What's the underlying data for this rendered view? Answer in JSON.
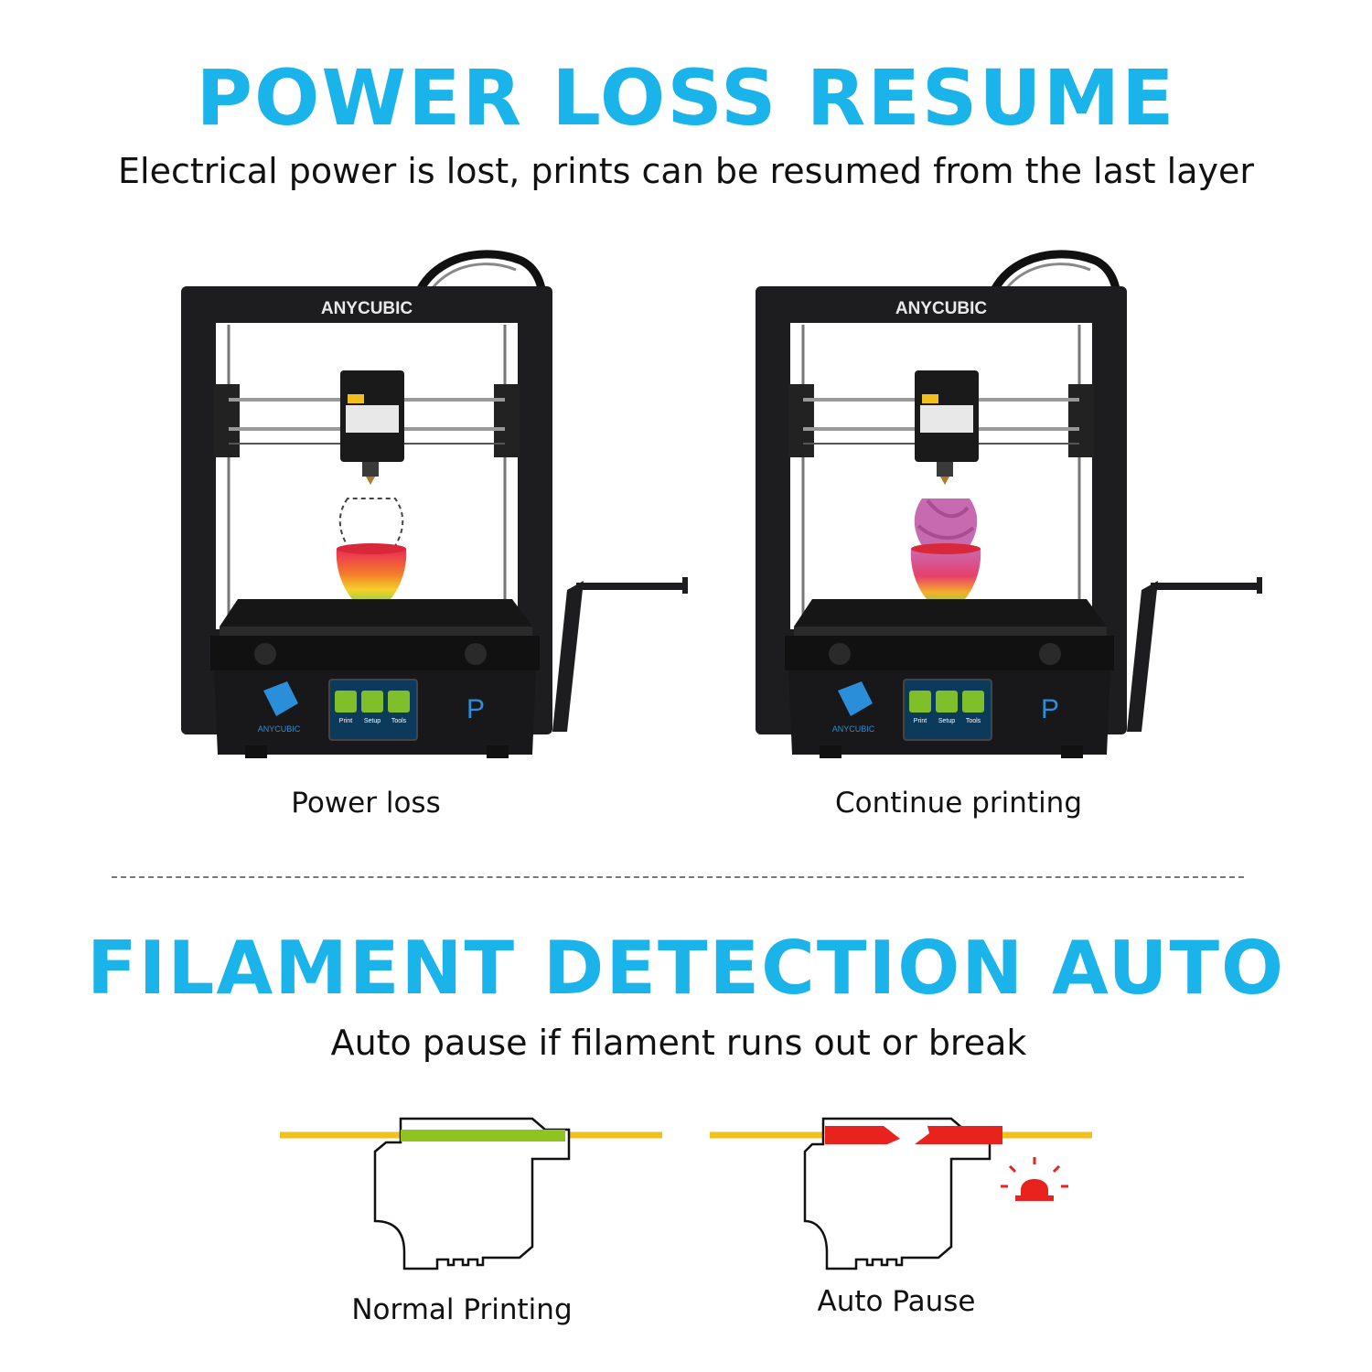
{
  "colors": {
    "accent": "#1ab3ea",
    "filament_ok": "#8fc31f",
    "filament_feed": "#f2c01b",
    "alarm": "#e8231e"
  },
  "section1": {
    "title": "POWER LOSS RESUME",
    "subtitle": "Electrical power is lost, prints can be resumed from the last layer",
    "printers": [
      {
        "brand": "ANYCUBIC",
        "panel_brand": "ANYCUBIC",
        "panel_letter": "P",
        "screen_buttons": [
          "Print",
          "Setup",
          "Tools"
        ],
        "caption": "Power loss"
      },
      {
        "brand": "ANYCUBIC",
        "panel_brand": "ANYCUBIC",
        "panel_letter": "P",
        "screen_buttons": [
          "Print",
          "Setup",
          "Tools"
        ],
        "caption": "Continue printing"
      }
    ]
  },
  "section2": {
    "title": "FILAMENT DETECTION AUTO",
    "subtitle": "Auto pause if filament runs out or break",
    "diagrams": [
      {
        "caption": "Normal Printing"
      },
      {
        "caption": "Auto Pause"
      }
    ]
  }
}
